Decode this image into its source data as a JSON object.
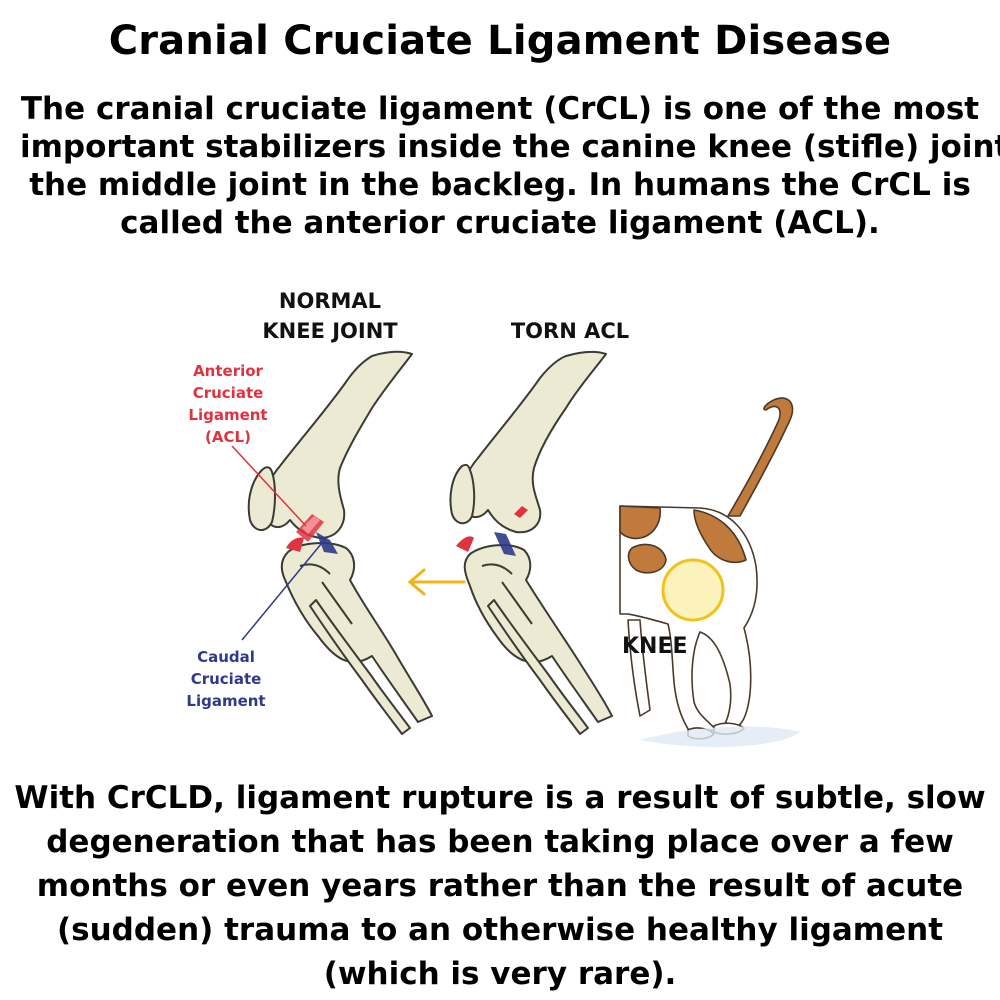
{
  "title": "Cranial Cruciate Ligament Disease",
  "intro_lines": [
    "The cranial cruciate ligament (CrCL) is one of the most",
    "important stabilizers inside the canine knee (stifle) joint,",
    "the middle joint in the backleg. In humans the CrCL is",
    "called the anterior cruciate ligament (ACL)."
  ],
  "diagram": {
    "normal_label_lines": [
      "NORMAL",
      "KNEE JOINT"
    ],
    "torn_label": "TORN ACL",
    "acl_label_lines": [
      "Anterior",
      "Cruciate",
      "Ligament",
      "(ACL)"
    ],
    "pcl_label_lines": [
      "Caudal",
      "Cruciate",
      "Ligament"
    ],
    "knee_label": "KNEE",
    "colors": {
      "bone": "#ecead2",
      "bone_outline": "#3b3b33",
      "acl": "#e0333f",
      "pcl": "#2f3a8a",
      "arrow": "#f2b21a",
      "knee_highlight": "#f7e36a",
      "dog_spot": "#c07a3c"
    }
  },
  "outro_lines": [
    "With CrCLD, ligament rupture is a result of subtle, slow",
    "degeneration that has been taking place over a few",
    "months or even years rather than the result of acute",
    "(sudden) trauma to an otherwise healthy ligament",
    "(which is very rare)."
  ]
}
